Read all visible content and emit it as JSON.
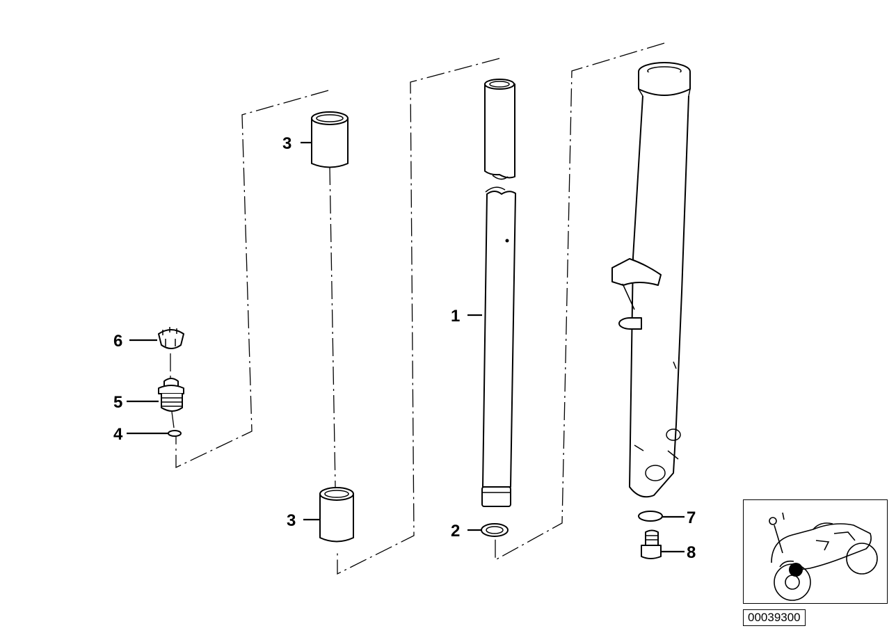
{
  "callouts": {
    "fork_tube": "1",
    "seal_ring": "2",
    "bush_top": "3",
    "bush_bottom": "3",
    "o_ring": "4",
    "screw_plug": "5",
    "adjuster_cap": "6",
    "washer": "7",
    "screw": "8"
  },
  "diagram_code": "00039300",
  "icons": {
    "vehicle_thumbnail": "motorcycle-icon",
    "location_marker": "location-dot-icon"
  },
  "colors": {
    "line": "#000000",
    "background": "#ffffff"
  }
}
